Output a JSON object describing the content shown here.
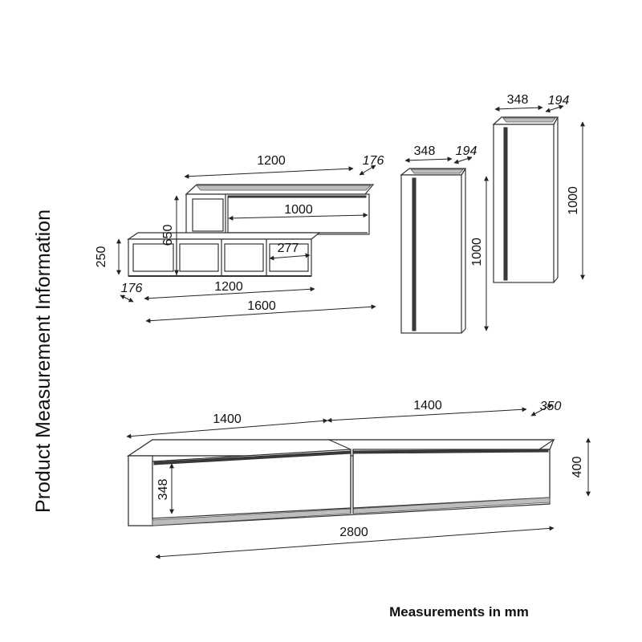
{
  "title": "Product Measurement Information",
  "footer": "Measurements in mm",
  "wall_shelf": {
    "top_width": "1200",
    "top_depth": "176",
    "top_cabinet_width": "1000",
    "height": "650",
    "lower_height": "250",
    "cell_width": "277",
    "lower_depth": "176",
    "lower_width": "1200",
    "total_width": "1600"
  },
  "wall_cabinet_1": {
    "width": "348",
    "depth": "194",
    "height": "1000"
  },
  "wall_cabinet_2": {
    "width": "348",
    "depth": "194",
    "height": "1000"
  },
  "tv_unit": {
    "left_width": "1400",
    "right_width": "1400",
    "depth": "350",
    "height": "400",
    "door_height": "348",
    "total_width": "2800"
  }
}
